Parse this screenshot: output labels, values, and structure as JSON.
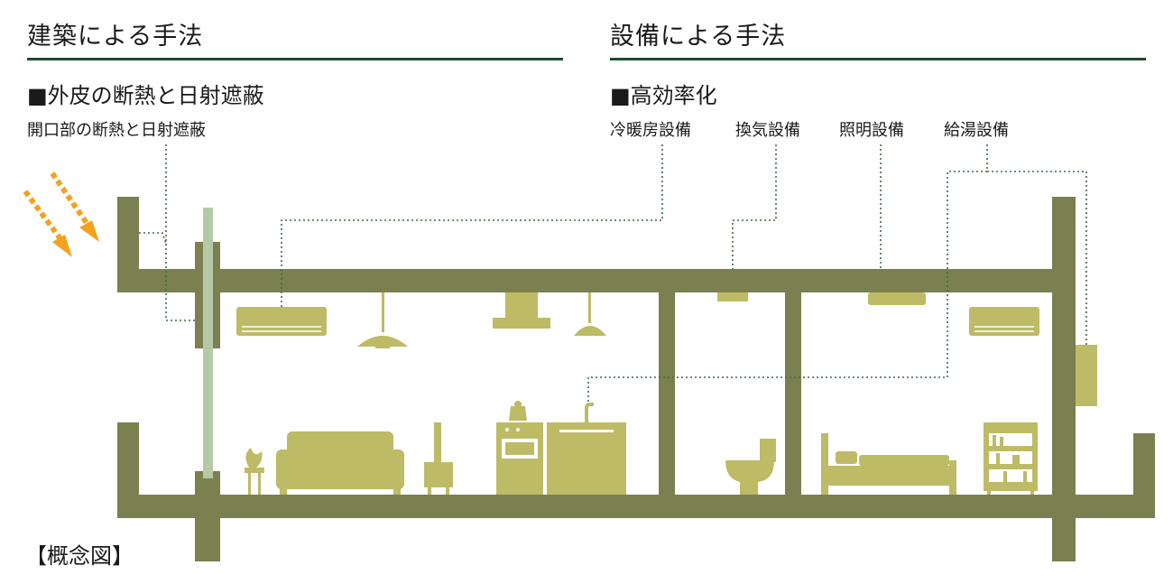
{
  "sections": {
    "architecture": {
      "heading": "建築による手法",
      "subheading": "■外皮の断熱と日射遮蔽",
      "label": "開口部の断熱と日射遮蔽"
    },
    "equipment": {
      "heading": "設備による手法",
      "subheading": "■高効率化",
      "labels": [
        "冷暖房設備",
        "換気設備",
        "照明設備",
        "給湯設備"
      ]
    }
  },
  "caption": "【概念図】",
  "colors": {
    "structure": "#7a8050",
    "fixture": "#bdbb66",
    "window": "#b6c9a6",
    "leader": "#3f6a45",
    "sunlight": "#f3a21c",
    "rule": "#1f4a2e"
  },
  "icons": [
    "sunlight-arrow-icon",
    "air-conditioner-icon",
    "pendant-lamp-icon",
    "range-hood-icon",
    "sofa-icon",
    "floor-lamp-icon",
    "stove-icon",
    "kitchen-sink-icon",
    "toilet-icon",
    "bed-icon",
    "bookshelf-icon",
    "ventilation-fan-icon",
    "ceiling-light-icon",
    "water-heater-icon"
  ]
}
